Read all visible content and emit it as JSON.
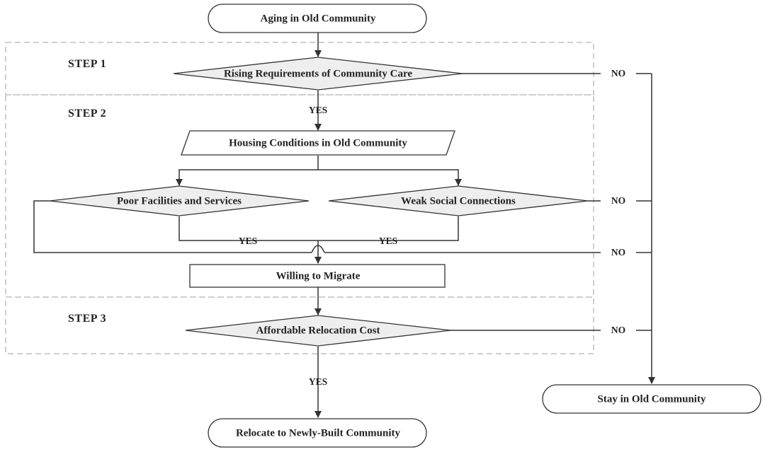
{
  "colors": {
    "decision_fill": "#eeeeee",
    "box_fill": "#ffffff",
    "stroke": "#333333",
    "step_border": "#cfcfcf"
  },
  "steps": {
    "step1": "STEP 1",
    "step2": "STEP 2",
    "step3": "STEP 3"
  },
  "nodes": {
    "start": "Aging in Old Community",
    "care": "Rising Requirements of Community Care",
    "housing": "Housing Conditions in Old Community",
    "facilities": "Poor Facilities and Services",
    "social": "Weak Social Connections",
    "migrate": "Willing to Migrate",
    "cost": "Affordable Relocation Cost",
    "relocate": "Relocate to Newly-Built Community",
    "stay": "Stay in Old Community"
  },
  "edges": {
    "care_yes": "YES",
    "care_no": "NO",
    "facilities_yes": "YES",
    "social_yes": "YES",
    "social_no": "NO",
    "facilities_no": "NO",
    "cost_yes": "YES",
    "cost_no": "NO"
  }
}
